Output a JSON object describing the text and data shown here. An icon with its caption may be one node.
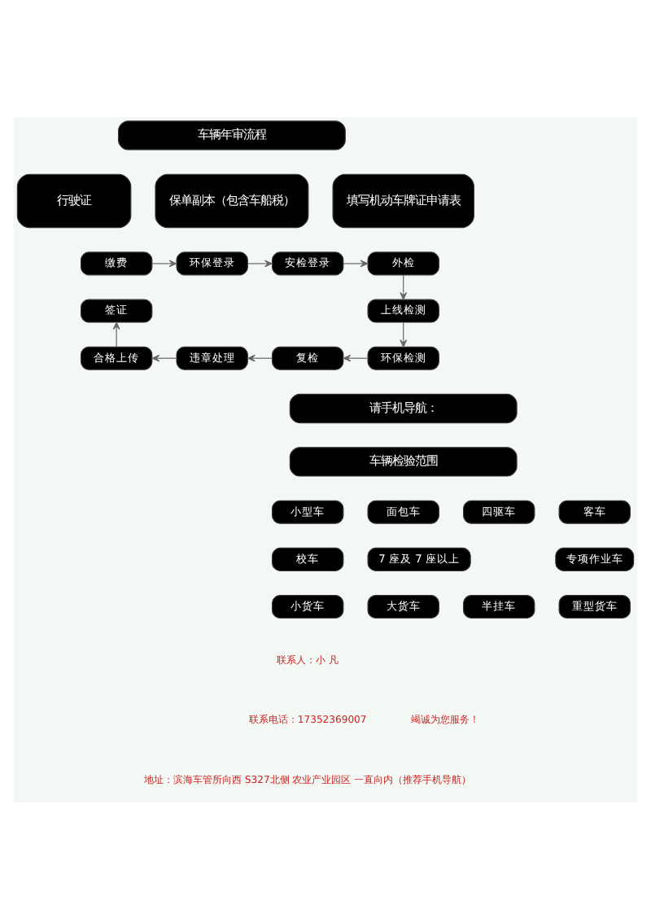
{
  "diagram": {
    "nodes": [
      {
        "text": [
          "车辆年审流程"
        ]
      },
      {
        "text": [
          "行驶证"
        ]
      },
      {
        "text": [
          "保单副本（包含车船税）"
        ]
      },
      {
        "text": [
          "填写机动车牌证申请表"
        ]
      },
      {
        "text": [
          "缴费"
        ]
      },
      {
        "text": [
          "环保登录"
        ]
      },
      {
        "text": [
          "安检登录"
        ]
      },
      {
        "text": [
          "外检"
        ]
      },
      {
        "text": [
          "签证"
        ]
      },
      {
        "text": [
          "上线检测"
        ]
      },
      {
        "text": [
          "合格上传"
        ]
      },
      {
        "text": [
          "违章处理"
        ]
      },
      {
        "text": [
          "复检"
        ]
      },
      {
        "text": [
          "环保检测"
        ]
      },
      {
        "text": [
          "请手机导航："
        ]
      },
      {
        "text": [
          "车辆检验范围"
        ]
      },
      {
        "text": [
          "小型车"
        ]
      },
      {
        "text": [
          "面包车"
        ]
      },
      {
        "text": [
          "四驱车"
        ]
      },
      {
        "text": [
          "客车"
        ]
      },
      {
        "text": [
          "校车"
        ]
      },
      {
        "text": [
          "7 座及 7 座以上"
        ]
      },
      {
        "text": [
          "专项作业车"
        ]
      },
      {
        "text": [
          "小货车"
        ]
      },
      {
        "text": [
          "大货车"
        ]
      },
      {
        "text": [
          "半挂车"
        ]
      },
      {
        "text": [
          "重型货车"
        ]
      }
    ],
    "edges": [
      {
        "from": 4,
        "to": 5,
        "arrow": "to"
      },
      {
        "from": 5,
        "to": 6,
        "arrow": "to"
      },
      {
        "from": 6,
        "to": 7,
        "arrow": "to"
      },
      {
        "from": 7,
        "to": 9,
        "arrow": "to"
      },
      {
        "from": 9,
        "to": 13,
        "arrow": "to"
      },
      {
        "from": 13,
        "to": 12,
        "arrow": "to"
      },
      {
        "from": 12,
        "to": 11,
        "arrow": "to"
      },
      {
        "from": 11,
        "to": 10,
        "arrow": "to"
      },
      {
        "from": 10,
        "to": 8,
        "arrow": "to"
      }
    ],
    "labels": [
      "联系人：小 凡",
      "联系电话：17352369007",
      "竭诚为您服务！",
      "地址：滨海车管所向西 S327北侧 农业产业园区 一直向内（推荐手机导航）"
    ]
  }
}
